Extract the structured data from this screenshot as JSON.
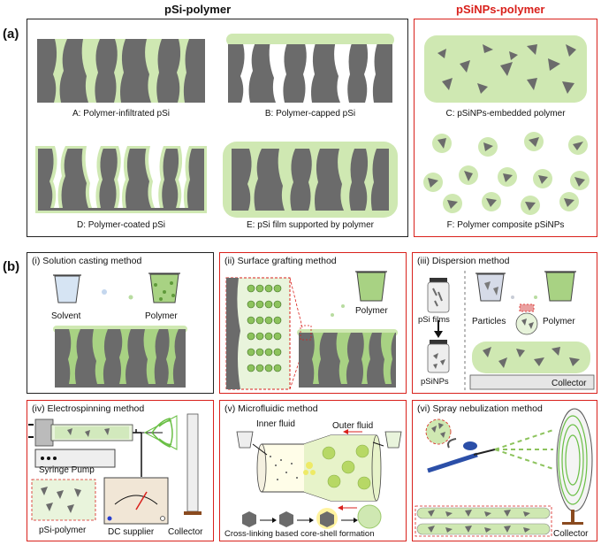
{
  "headers": {
    "left": "pSi-polymer",
    "right": "pSiNPs-polymer"
  },
  "panel_labels": {
    "a": "(a)",
    "b": "(b)"
  },
  "captions_a": {
    "A": "A: Polymer-infiltrated pSi",
    "B": "B: Polymer-capped pSi",
    "C": "C: pSiNPs-embedded polymer",
    "D": "D: Polymer-coated pSi",
    "E": "E: pSi film supported by polymer",
    "F": "F: Polymer composite pSiNPs"
  },
  "methods": {
    "i": {
      "title": "(i) Solution casting method",
      "solvent": "Solvent",
      "polymer": "Polymer"
    },
    "ii": {
      "title": "(ii) Surface grafting method",
      "polymer": "Polymer"
    },
    "iii": {
      "title": "(iii) Dispersion method",
      "particles": "Particles",
      "polymer": "Polymer",
      "psi_films": "pSi films",
      "psinps": "pSiNPs",
      "collector": "Collector"
    },
    "iv": {
      "title": "(iv) Electrospinning method",
      "pump": "Syringe Pump",
      "psi_polymer": "pSi-polymer",
      "dc": "DC supplier",
      "collector": "Collector"
    },
    "v": {
      "title": "(v) Microfluidic method",
      "inner": "Inner fluid",
      "outer": "Outer fluid",
      "caption": "Cross-linking based core-shell formation"
    },
    "vi": {
      "title": "(vi) Spray nebulization method",
      "collector": "Collector"
    }
  },
  "colors": {
    "frame_red": "#d9211c",
    "frame_black": "#222222",
    "polymer_green": "#cfe8b2",
    "psi_gray": "#6b6b6b",
    "particle_green": "#8dc35d"
  }
}
